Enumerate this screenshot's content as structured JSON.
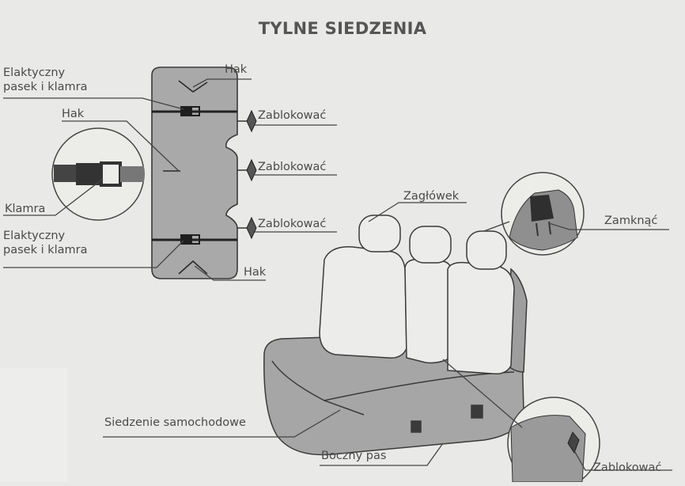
{
  "title": "TYLNE SIEDZENIA",
  "labels": {
    "belt_top_line1": "Elaktyczny",
    "belt_top_line2": "pasek i klamra",
    "hook_left": "Hak",
    "hook_top": "Hak",
    "hook_bottom": "Hak",
    "buckle": "Klamra",
    "belt_bottom_line1": "Elaktyczny",
    "belt_bottom_line2": "pasek i klamra",
    "lock_1": "Zablokować",
    "lock_2": "Zablokować",
    "lock_3": "Zablokować",
    "lock_4": "Zablokować",
    "headrest": "Zagłówek",
    "close": "Zamknąć",
    "car_seat": "Siedzenie samochodowe",
    "side_belt": "Boczny pas"
  }
}
